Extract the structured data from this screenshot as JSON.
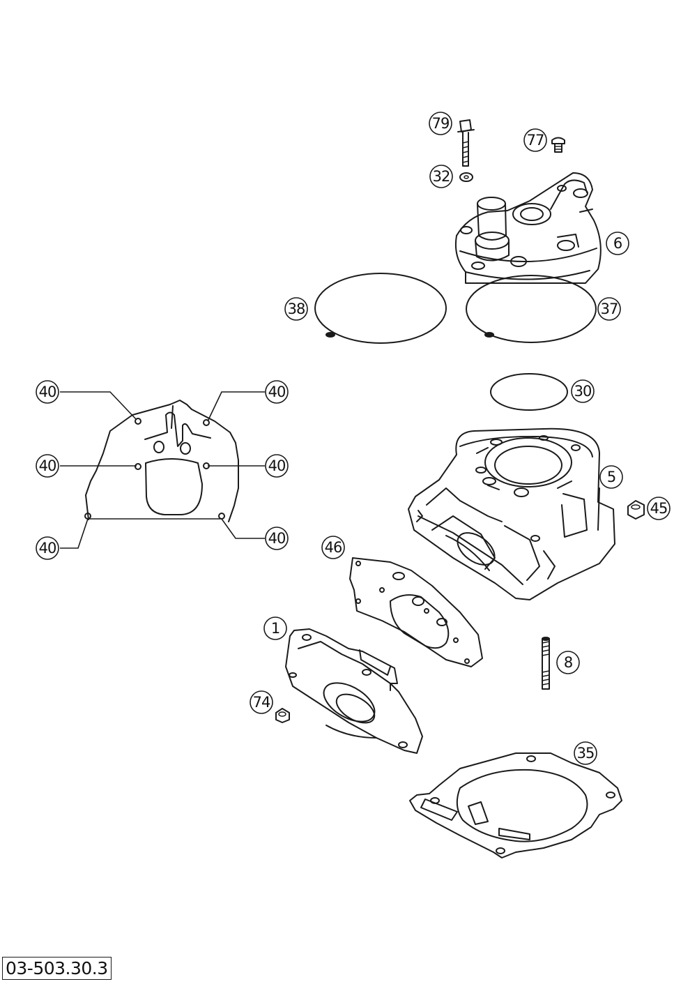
{
  "diagram": {
    "code": "03-503.30.3",
    "callouts": [
      "79",
      "77",
      "32",
      "6",
      "38",
      "37",
      "30",
      "5",
      "45",
      "46",
      "1",
      "8",
      "74",
      "35",
      "40",
      "40",
      "40",
      "40",
      "40",
      "40"
    ]
  }
}
